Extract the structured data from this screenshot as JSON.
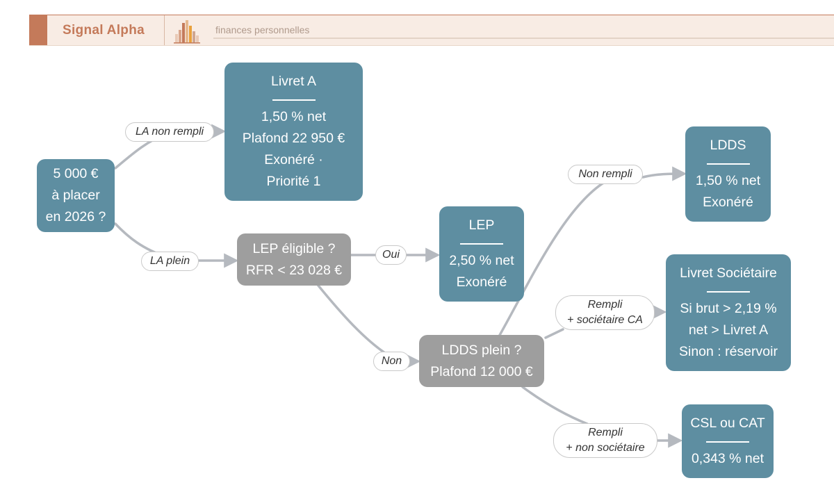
{
  "header": {
    "brand": "Signal Alpha",
    "subtitle": "finances personnelles",
    "logo_icon": "bar-chart-logo-icon",
    "accent_color": "#c47a5a"
  },
  "colors": {
    "result_node": "#5e8ea1",
    "decision_node": "#9e9e9e",
    "edge": "#b5b9bf"
  },
  "nodes": {
    "start": {
      "lines": [
        "5 000 €",
        "à placer",
        "en 2026 ?"
      ]
    },
    "livret_a": {
      "title": "Livret A",
      "lines": [
        "1,50 % net",
        "Plafond 22 950 €",
        "Exonéré ·",
        "Priorité 1"
      ]
    },
    "lep_eligible": {
      "lines": [
        "LEP éligible ?",
        "RFR < 23 028 €"
      ]
    },
    "lep": {
      "title": "LEP",
      "lines": [
        "2,50 % net",
        "Exonéré"
      ]
    },
    "ldds_plein": {
      "lines": [
        "LDDS plein ?",
        "Plafond 12 000 €"
      ]
    },
    "ldds": {
      "title": "LDDS",
      "lines": [
        "1,50 % net",
        "Exonéré"
      ]
    },
    "livret_societaire": {
      "title": "Livret Sociétaire",
      "lines": [
        "Si brut > 2,19 %",
        "net > Livret A",
        "Sinon : réservoir"
      ]
    },
    "csl_cat": {
      "title": "CSL ou CAT",
      "lines": [
        "0,343 % net"
      ]
    }
  },
  "edge_labels": {
    "la_non_rempli": [
      "LA non rempli"
    ],
    "la_plein": [
      "LA plein"
    ],
    "oui": [
      "Oui"
    ],
    "non": [
      "Non"
    ],
    "non_rempli": [
      "Non rempli"
    ],
    "rempli_societaire": [
      "Rempli",
      "+ sociétaire CA"
    ],
    "rempli_non_societaire": [
      "Rempli",
      "+ non sociétaire"
    ]
  }
}
